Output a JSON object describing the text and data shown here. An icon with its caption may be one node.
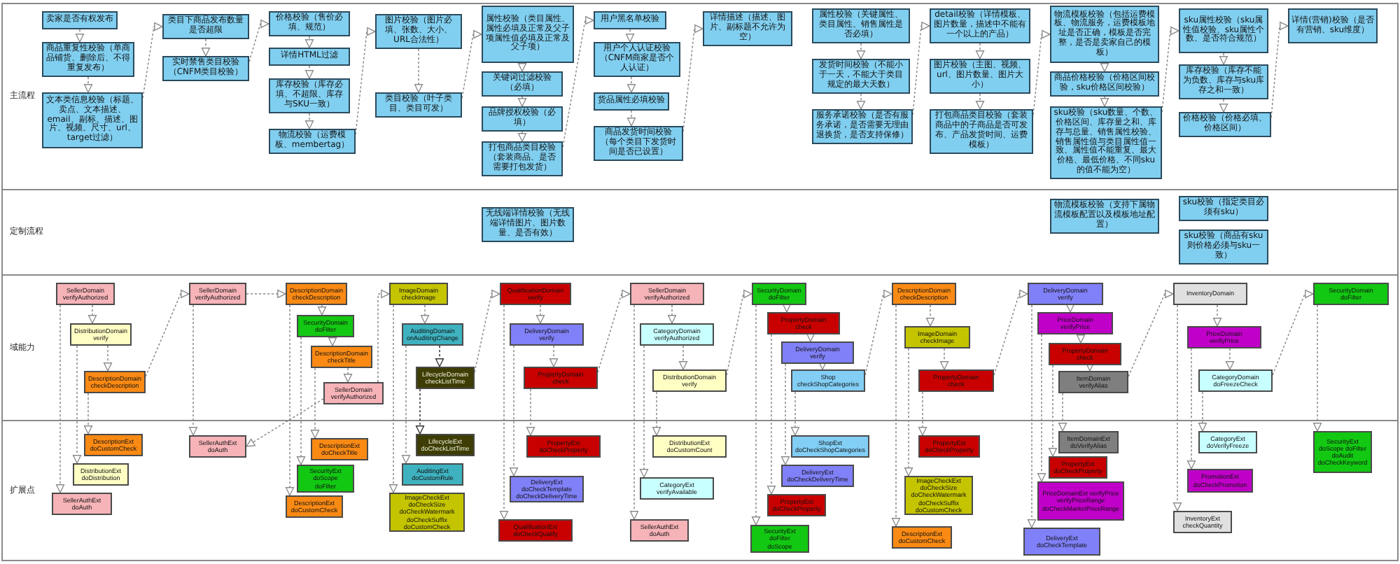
{
  "diagram": {
    "nodes": [
      {
        "text": [
          "主流程"
        ]
      },
      {
        "text": [
          "卖家是否有权发布"
        ],
        "in": 0
      },
      {
        "text": [
          "商品重复性校验（单商品铺货、删除后、不得重复发布）"
        ],
        "in": 0
      },
      {
        "text": [
          "文本类信息校验（标题、卖点、文本描述、email、副标、描述、图片、视频、尺寸、url、target过滤）"
        ],
        "in": 0
      },
      {
        "text": [
          "类目下商品发布数量是否超限"
        ],
        "in": 0
      },
      {
        "text": [
          "实时禁售类目校验（CNFM类目校验）"
        ],
        "in": 0
      },
      {
        "text": [
          "价格校验（售价必填、规范）"
        ],
        "in": 0
      },
      {
        "text": [
          "详情HTML过滤"
        ],
        "in": 0
      },
      {
        "text": [
          "库存校验（库存必填、不超限、库存与SKU一致）"
        ],
        "in": 0
      },
      {
        "text": [
          "物流校验（运费模板、membertag）"
        ],
        "in": 0
      },
      {
        "text": [
          "图片校验（图片必填、张数、大小、URL合法性）"
        ],
        "in": 0
      },
      {
        "text": [
          "类目校验（叶子类目、类目可发）"
        ],
        "in": 0
      },
      {
        "text": [
          "属性校验（类目属性、属性必填及正常及父子项属性值必填及正常及父子项）"
        ],
        "in": 0
      },
      {
        "text": [
          "关键词过滤校验（必填）"
        ],
        "in": 0
      },
      {
        "text": [
          "品牌授权校验（必填）"
        ],
        "in": 0
      },
      {
        "text": [
          "打包商品类目校验（套装商品、是否需要打包发货）"
        ],
        "in": 0
      },
      {
        "text": [
          "用户黑名单校验"
        ],
        "in": 0
      },
      {
        "text": [
          "用户个人认证校验（CNFM商家是否个人认证）"
        ],
        "in": 0
      },
      {
        "text": [
          "货品属性必填校验"
        ],
        "in": 0
      },
      {
        "text": [
          "商品发货时间校验（每个类目下发货时间是否已设置）"
        ],
        "in": 0
      },
      {
        "text": [
          "详情描述（描述、图片、副标题不允许为空）"
        ],
        "in": 0
      },
      {
        "text": [
          "属性校验（关键属性、类目属性、销售属性是否必填）"
        ],
        "in": 0
      },
      {
        "text": [
          "发货时间校验（不能小于一天，不能大于类目规定的最大天数）"
        ],
        "in": 0
      },
      {
        "text": [
          "服务承诺校验（是否有服务承诺，是否需要无理由退换货，是否支持保修）"
        ],
        "in": 0
      },
      {
        "text": [
          "detail校验（详情模板、图片数量，描述中不能有一个以上的产品）"
        ],
        "in": 0
      },
      {
        "text": [
          "图片校验（主图、视频、url、图片数量、图片大小）"
        ],
        "in": 0
      },
      {
        "text": [
          "打包商品类目校验（套装商品中的子商品是否可发布、产品发货时间、运费模板）"
        ],
        "in": 0
      },
      {
        "text": [
          "物流模板校验（包括运费模板、物流服务，运费模板地址是否正确，模板是否完整，是否是卖家自己的模板）"
        ],
        "in": 0
      },
      {
        "text": [
          "商品价格校验（价格区间校验，sku价格区间校验）"
        ],
        "in": 0
      },
      {
        "text": [
          "sku校验（sku数量、个数、价格区间、库存量之和、库存与总量、销售属性校验、销售属性值与类目属性值一致、属性值不能重复、最大价格、最低价格、不同sku的值不能为空）"
        ],
        "in": 0
      },
      {
        "text": [
          "sku属性校验（sku属性值校验、sku属性个数、是否符合规范）"
        ],
        "in": 0
      },
      {
        "text": [
          "库存校验（库存不能为负数、库存与sku库存之和一致）"
        ],
        "in": 0
      },
      {
        "text": [
          "价格校验（价格必填、价格区间）"
        ],
        "in": 0
      },
      {
        "text": [
          "详情(营销)校验（是否有营销、sku维度）"
        ],
        "in": 0
      },
      {
        "text": [
          "定制流程"
        ]
      },
      {
        "text": [
          "无线端详情校验（无线端详情图片、图片数量、是否有效）"
        ],
        "in": 34
      },
      {
        "text": [
          "物流模板校验（支持下属物流模板配置以及模板地址配置）"
        ],
        "in": 34
      },
      {
        "text": [
          "sku校验（指定类目必须有sku）"
        ],
        "in": 34
      },
      {
        "text": [
          "sku校验（商品有sku则价格必须与sku一致）"
        ],
        "in": 34
      },
      {
        "text": [
          "域能力"
        ]
      },
      {
        "text": [
          "SellerDomain verifyAuthorized"
        ],
        "in": 39
      },
      {
        "text": [
          "DistributionDomain verify"
        ],
        "in": 39
      },
      {
        "text": [
          "DescriptionDomain checkDescription"
        ],
        "in": 39
      },
      {
        "text": [
          "SellerDomain verifyAuthorized"
        ],
        "in": 39
      },
      {
        "text": [
          "DescriptionDomain checkDescription"
        ],
        "in": 39
      },
      {
        "text": [
          "SecurityDomain doFilter"
        ],
        "in": 39
      },
      {
        "text": [
          "DescriptionDomain checkTitle"
        ],
        "in": 39
      },
      {
        "text": [
          "SellerDomain verifyAuthorized"
        ],
        "in": 39
      },
      {
        "text": [
          "ImageDomain checkImage"
        ],
        "in": 39
      },
      {
        "text": [
          "AuditingDomain onAuditingChange"
        ],
        "in": 39
      },
      {
        "text": [
          "LifecycleDomain checkListTime"
        ],
        "in": 39
      },
      {
        "text": [
          "QualificationDomain verify"
        ],
        "in": 39
      },
      {
        "text": [
          "DeliveryDomain verify"
        ],
        "in": 39
      },
      {
        "text": [
          "PropertyDomain check"
        ],
        "in": 39
      },
      {
        "text": [
          "SellerDomain verifyAuthorized"
        ],
        "in": 39
      },
      {
        "text": [
          "CategoryDomain verifyAuthorized"
        ],
        "in": 39
      },
      {
        "text": [
          "DistributionDomain verify"
        ],
        "in": 39
      },
      {
        "text": [
          "SecurityDomain doFilter"
        ],
        "in": 39
      },
      {
        "text": [
          "PropertyDomain check"
        ],
        "in": 39
      },
      {
        "text": [
          "DeliveryDomain verify"
        ],
        "in": 39
      },
      {
        "text": [
          "Shop checkShopCategories"
        ],
        "in": 39
      },
      {
        "text": [
          "DescriptionDomain checkDescription"
        ],
        "in": 39
      },
      {
        "text": [
          "ImageDomain checkImage"
        ],
        "in": 39
      },
      {
        "text": [
          "PropertyDomain check"
        ],
        "in": 39
      },
      {
        "text": [
          "DeliveryDomain verify"
        ],
        "in": 39
      },
      {
        "text": [
          "PriceDomain verifyPrice"
        ],
        "in": 39
      },
      {
        "text": [
          "PropertyDomain check"
        ],
        "in": 39
      },
      {
        "text": [
          "ItemDomain verifyAlias"
        ],
        "in": 39
      },
      {
        "text": [
          "InventoryDomain"
        ],
        "in": 39
      },
      {
        "text": [
          "PriceDomain verifyPrice"
        ],
        "in": 39
      },
      {
        "text": [
          "CategoryDomain doFreezeCheck"
        ],
        "in": 39
      },
      {
        "text": [
          "SecurityDomain doFilter"
        ],
        "in": 39
      },
      {
        "text": [
          "扩展点"
        ]
      },
      {
        "text": [
          "DescriptionExt doCustomCheck"
        ],
        "in": 72
      },
      {
        "text": [
          "DistributionExt doDistribution"
        ],
        "in": 72
      },
      {
        "text": [
          "SellerAuthExt doAuth"
        ],
        "in": 72
      },
      {
        "text": [
          "SellerAuthExt doAuth"
        ],
        "in": 72
      },
      {
        "text": [
          "DescriptionExt doCheckTitle"
        ],
        "in": 72
      },
      {
        "text": [
          "SecurityExt doScope doFilter"
        ],
        "in": 72
      },
      {
        "text": [
          "DescriptionExt doCustomCheck"
        ],
        "in": 72
      },
      {
        "text": [
          "LifecycleExt doCheckListTime"
        ],
        "in": 72
      },
      {
        "text": [
          "AuditingExt doCustomRule"
        ],
        "in": 72
      },
      {
        "text": [
          "ImageCheckExt doCheckSize doCheckWatermark doCheckSuffix doCustomCheck"
        ],
        "in": 72
      },
      {
        "text": [
          "PropertyExt doCheckProperty"
        ],
        "in": 72
      },
      {
        "text": [
          "DeliveryExt doCheckTemplate doCheckDeliveryTime"
        ],
        "in": 72
      },
      {
        "text": [
          "QualificationExt doCheckQualify"
        ],
        "in": 72
      },
      {
        "text": [
          "DistributionExt doCustomCount"
        ],
        "in": 72
      },
      {
        "text": [
          "CategoryExt verifyAvailable"
        ],
        "in": 72
      },
      {
        "text": [
          "SellerAuthExt doAuth"
        ],
        "in": 72
      },
      {
        "text": [
          "ShopExt doCheckShopCategories"
        ],
        "in": 72
      },
      {
        "text": [
          "DeliveryExt doCheckDeliveryTime"
        ],
        "in": 72
      },
      {
        "text": [
          "PropertyExt doCheckProperty"
        ],
        "in": 72
      },
      {
        "text": [
          "SecurityExt doFilter doScope"
        ],
        "in": 72
      },
      {
        "text": [
          "PropertyExt doCheckProperty"
        ],
        "in": 72
      },
      {
        "text": [
          "ImageCheckExt doCheckSize doCheckWatermark doCheckSuffix doCustomCheck"
        ],
        "in": 72
      },
      {
        "text": [
          "DescriptionExt doCustomCheck"
        ],
        "in": 72
      },
      {
        "text": [
          "ItemDomainExt doVerifyAlias"
        ],
        "in": 72
      },
      {
        "text": [
          "PropertyExt doCheckProperty"
        ],
        "in": 72
      },
      {
        "text": [
          "PriceDomainExt verifyPrice verifyPriceRange doCheckMarketPriceRange"
        ],
        "in": 72
      },
      {
        "text": [
          "DeliveryExt doCheckTemplate"
        ],
        "in": 72
      },
      {
        "text": [
          "CategoryExt doVerifyFreeze"
        ],
        "in": 72
      },
      {
        "text": [
          "PromotionExt doCheckPromotion"
        ],
        "in": 72
      },
      {
        "text": [
          "InventoryExt checkQuantity"
        ],
        "in": 72
      },
      {
        "text": [
          "SecurityExt doScope doFilter doAudit doCheckKeyword"
        ],
        "in": 72
      }
    ],
    "edges": [
      {
        "from": 1,
        "to": 2,
        "arrow": "to"
      },
      {
        "from": 2,
        "to": 3,
        "arrow": "to"
      },
      {
        "from": 3,
        "to": 4,
        "arrow": "to"
      },
      {
        "from": 4,
        "to": 5,
        "arrow": "to"
      },
      {
        "from": 5,
        "to": 6,
        "arrow": "to"
      },
      {
        "from": 6,
        "to": 7,
        "arrow": "to"
      },
      {
        "from": 7,
        "to": 8,
        "arrow": "to"
      },
      {
        "from": 8,
        "to": 9,
        "arrow": "to"
      },
      {
        "from": 9,
        "to": 10,
        "arrow": "to"
      },
      {
        "from": 10,
        "to": 11,
        "arrow": "to"
      },
      {
        "from": 11,
        "to": 12,
        "arrow": "to"
      },
      {
        "from": 12,
        "to": 13,
        "arrow": "to"
      },
      {
        "from": 13,
        "to": 14,
        "arrow": "to"
      },
      {
        "from": 14,
        "to": 15,
        "arrow": "to"
      },
      {
        "from": 15,
        "to": 16,
        "arrow": "to"
      },
      {
        "from": 16,
        "to": 17,
        "arrow": "to"
      },
      {
        "from": 17,
        "to": 18,
        "arrow": "to"
      },
      {
        "from": 18,
        "to": 19,
        "arrow": "to"
      },
      {
        "from": 19,
        "to": 20,
        "arrow": "to"
      },
      {
        "from": 21,
        "to": 22,
        "arrow": "to"
      },
      {
        "from": 22,
        "to": 23,
        "arrow": "to"
      },
      {
        "from": 23,
        "to": 24,
        "arrow": "to"
      },
      {
        "from": 24,
        "to": 25,
        "arrow": "to"
      },
      {
        "from": 25,
        "to": 26,
        "arrow": "to"
      },
      {
        "from": 26,
        "to": 27,
        "arrow": "to"
      },
      {
        "from": 27,
        "to": 28,
        "arrow": "to"
      },
      {
        "from": 28,
        "to": 29,
        "arrow": "to"
      },
      {
        "from": 29,
        "to": 30,
        "arrow": "to"
      },
      {
        "from": 30,
        "to": 31,
        "arrow": "to"
      },
      {
        "from": 31,
        "to": 32,
        "arrow": "to"
      },
      {
        "from": 32,
        "to": 33,
        "arrow": "to"
      },
      {
        "from": 40,
        "to": 41,
        "arrow": "to"
      },
      {
        "from": 41,
        "to": 42,
        "arrow": "to"
      },
      {
        "from": 42,
        "to": 43,
        "arrow": "to"
      },
      {
        "from": 40,
        "to": 75,
        "arrow": "to"
      },
      {
        "from": 41,
        "to": 74,
        "arrow": "to"
      },
      {
        "from": 42,
        "to": 73,
        "arrow": "to"
      },
      {
        "from": 43,
        "to": 76,
        "arrow": "to"
      },
      {
        "from": 43,
        "to": 44,
        "arrow": "to"
      },
      {
        "from": 44,
        "to": 45,
        "arrow": "to"
      },
      {
        "from": 45,
        "to": 46,
        "arrow": "to"
      },
      {
        "from": 46,
        "to": 47,
        "arrow": "to"
      },
      {
        "from": 47,
        "to": 76,
        "arrow": "to"
      },
      {
        "from": 47,
        "to": 48,
        "arrow": "to"
      },
      {
        "from": 44,
        "to": 79,
        "arrow": "to"
      },
      {
        "from": 45,
        "to": 78,
        "arrow": "to"
      },
      {
        "from": 46,
        "to": 77,
        "arrow": "to"
      },
      {
        "from": 48,
        "to": 49,
        "arrow": "to"
      },
      {
        "from": 49,
        "to": 50,
        "arrow": "to",
        "color": "#333333"
      },
      {
        "from": 50,
        "to": 51,
        "arrow": "to"
      },
      {
        "from": 48,
        "to": 82,
        "arrow": "to"
      },
      {
        "from": 49,
        "to": 81,
        "arrow": "to"
      },
      {
        "from": 50,
        "to": 80,
        "arrow": "to",
        "color": "#333333"
      },
      {
        "from": 51,
        "to": 52,
        "arrow": "to"
      },
      {
        "from": 52,
        "to": 53,
        "arrow": "to"
      },
      {
        "from": 53,
        "to": 54,
        "arrow": "to"
      },
      {
        "from": 51,
        "to": 85,
        "arrow": "to"
      },
      {
        "from": 52,
        "to": 84,
        "arrow": "to"
      },
      {
        "from": 53,
        "to": 83,
        "arrow": "to"
      },
      {
        "from": 54,
        "to": 55,
        "arrow": "to"
      },
      {
        "from": 55,
        "to": 56,
        "arrow": "to"
      },
      {
        "from": 56,
        "to": 57,
        "arrow": "to"
      },
      {
        "from": 54,
        "to": 88,
        "arrow": "to"
      },
      {
        "from": 55,
        "to": 87,
        "arrow": "to"
      },
      {
        "from": 56,
        "to": 86,
        "arrow": "to"
      },
      {
        "from": 57,
        "to": 58,
        "arrow": "to"
      },
      {
        "from": 58,
        "to": 59,
        "arrow": "to"
      },
      {
        "from": 59,
        "to": 60,
        "arrow": "to"
      },
      {
        "from": 60,
        "to": 61,
        "arrow": "to"
      },
      {
        "from": 57,
        "to": 92,
        "arrow": "to"
      },
      {
        "from": 58,
        "to": 91,
        "arrow": "to"
      },
      {
        "from": 59,
        "to": 90,
        "arrow": "to"
      },
      {
        "from": 60,
        "to": 89,
        "arrow": "to"
      },
      {
        "from": 61,
        "to": 62,
        "arrow": "to"
      },
      {
        "from": 62,
        "to": 63,
        "arrow": "to"
      },
      {
        "from": 63,
        "to": 64,
        "arrow": "to"
      },
      {
        "from": 61,
        "to": 95,
        "arrow": "to"
      },
      {
        "from": 62,
        "to": 94,
        "arrow": "to"
      },
      {
        "from": 63,
        "to": 93,
        "arrow": "to"
      },
      {
        "from": 64,
        "to": 65,
        "arrow": "to"
      },
      {
        "from": 65,
        "to": 66,
        "arrow": "to"
      },
      {
        "from": 66,
        "to": 67,
        "arrow": "to"
      },
      {
        "from": 67,
        "to": 68,
        "arrow": "to"
      },
      {
        "from": 64,
        "to": 99,
        "arrow": "to"
      },
      {
        "from": 65,
        "to": 98,
        "arrow": "to"
      },
      {
        "from": 66,
        "to": 97,
        "arrow": "to"
      },
      {
        "from": 67,
        "to": 96,
        "arrow": "to"
      },
      {
        "from": 68,
        "to": 69,
        "arrow": "to"
      },
      {
        "from": 69,
        "to": 70,
        "arrow": "to"
      },
      {
        "from": 70,
        "to": 71,
        "arrow": "to"
      },
      {
        "from": 68,
        "to": 102,
        "arrow": "to"
      },
      {
        "from": 69,
        "to": 101,
        "arrow": "to"
      },
      {
        "from": 70,
        "to": 100,
        "arrow": "to"
      },
      {
        "from": 71,
        "to": 103,
        "arrow": "to"
      }
    ]
  }
}
